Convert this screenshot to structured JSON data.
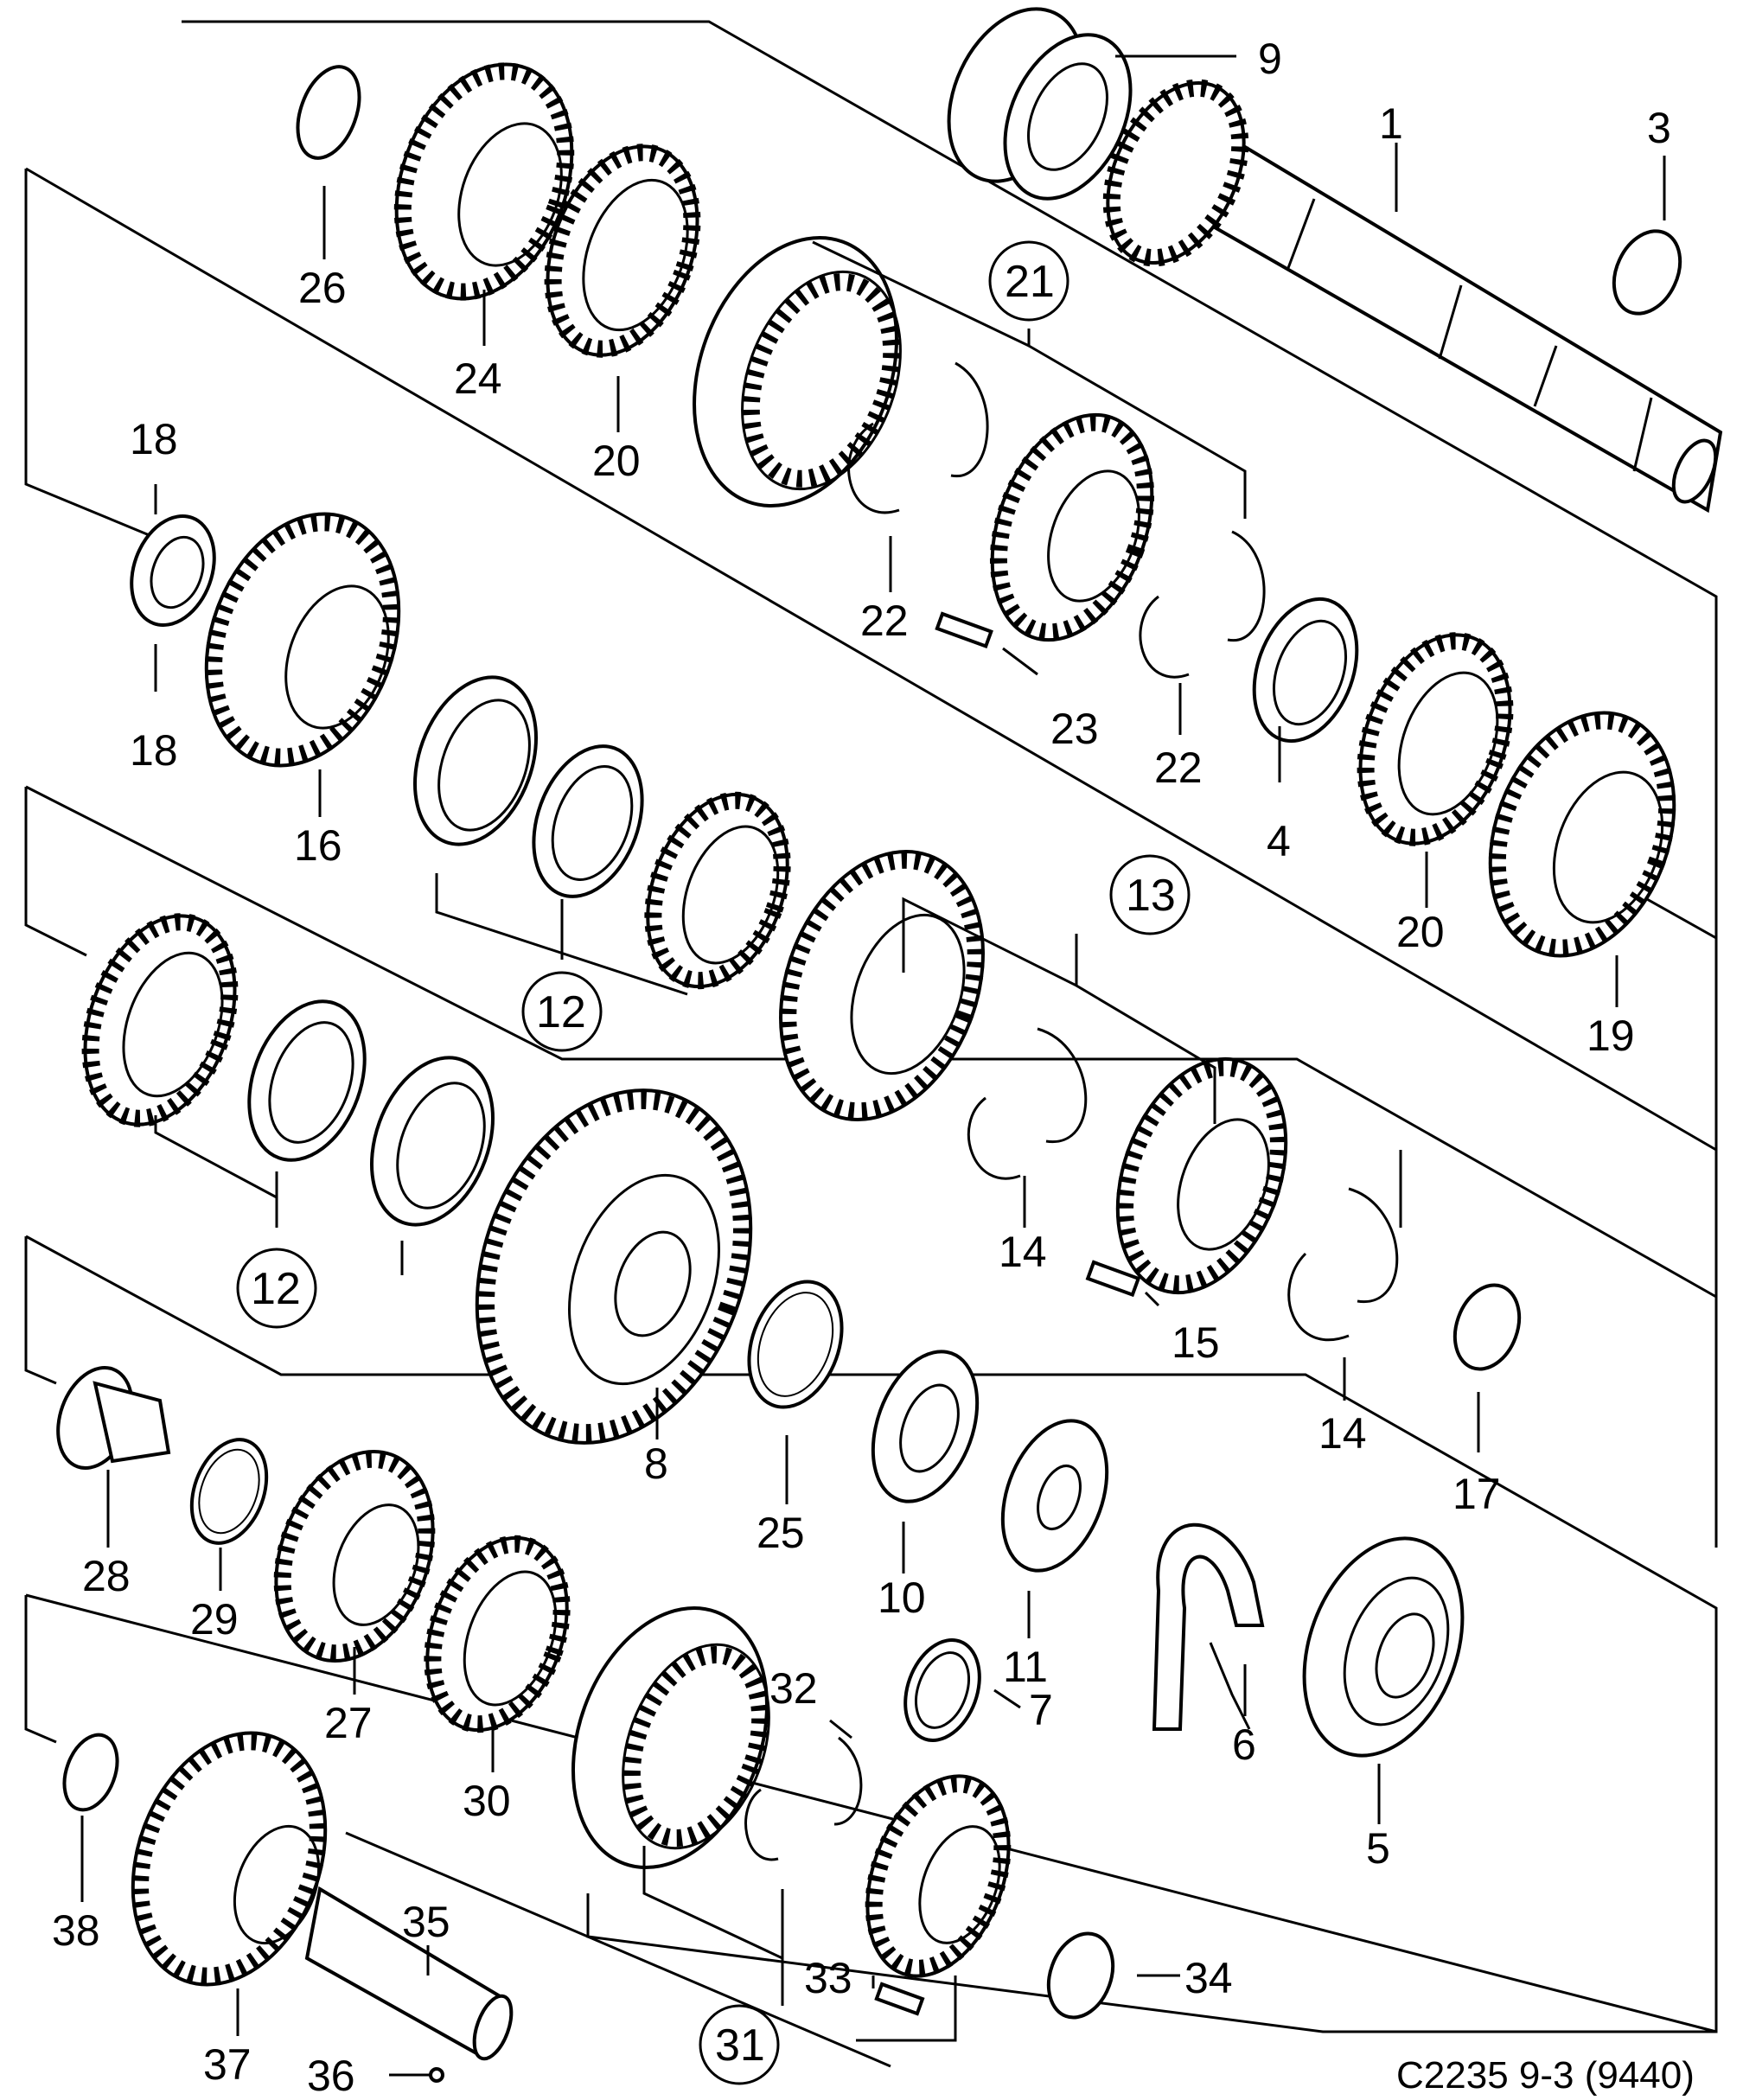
{
  "caption": "C2235 9-3 (9440)",
  "labels": {
    "l1": "1",
    "l3": "3",
    "l4": "4",
    "l5": "5",
    "l6": "6",
    "l7": "7",
    "l8": "8",
    "l9": "9",
    "l10": "10",
    "l11": "11",
    "l12a": "12",
    "l12b": "12",
    "l13": "13",
    "l14a": "14",
    "l14b": "14",
    "l15": "15",
    "l16": "16",
    "l17": "17",
    "l18a": "18",
    "l18b": "18",
    "l19": "19",
    "l20a": "20",
    "l20b": "20",
    "l21": "21",
    "l22a": "22",
    "l22b": "22",
    "l23": "23",
    "l24": "24",
    "l25": "25",
    "l26": "26",
    "l27": "27",
    "l28": "28",
    "l29": "29",
    "l30": "30",
    "l31": "31",
    "l32": "32",
    "l33": "33",
    "l34": "34",
    "l35": "35",
    "l36": "36",
    "l37": "37",
    "l38": "38"
  }
}
